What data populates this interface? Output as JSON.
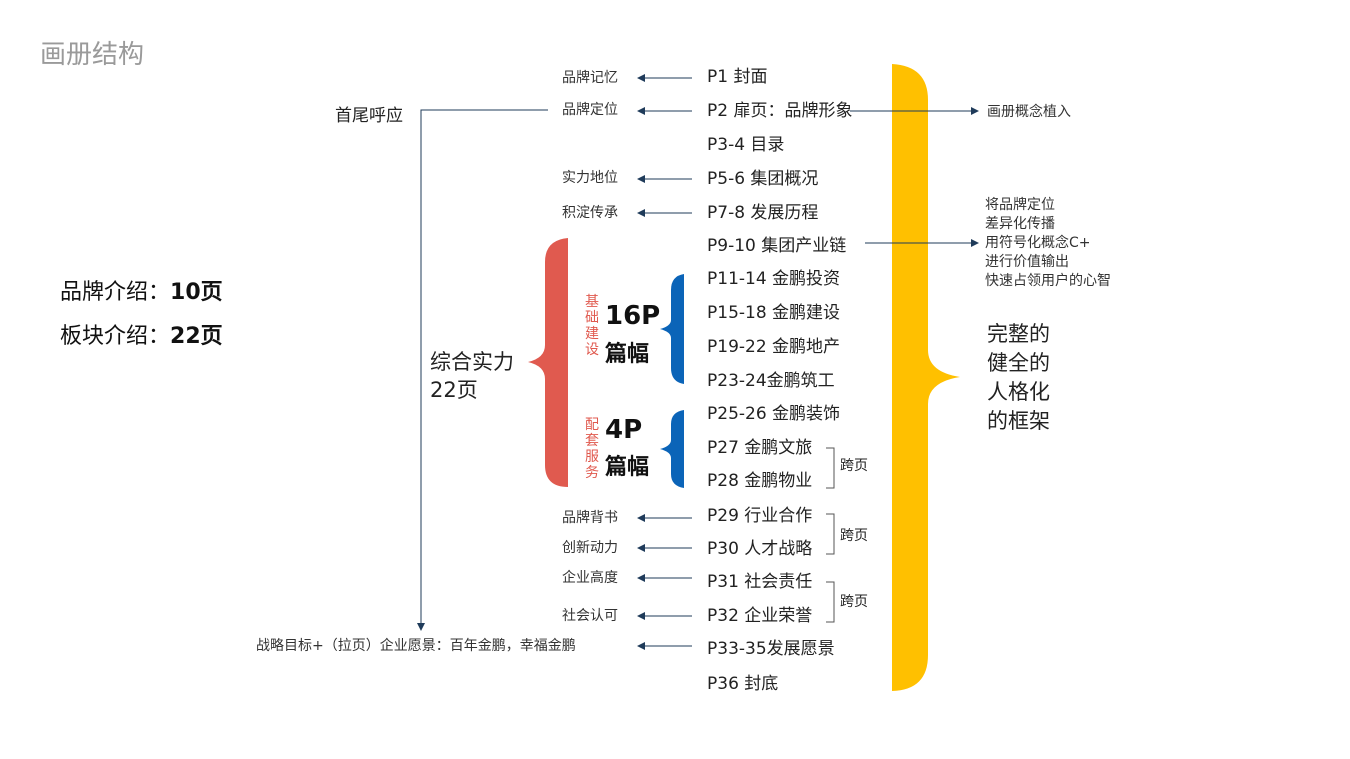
{
  "title": "画册结构",
  "pages": [
    {
      "label": "P1  封面"
    },
    {
      "label": "P2  扉页：品牌形象"
    },
    {
      "label": "P3-4  目录"
    },
    {
      "label": "P5-6  集团概况"
    },
    {
      "label": "P7-8 发展历程"
    },
    {
      "label": "P9-10 集团产业链"
    },
    {
      "label": "P11-14 金鹏投资"
    },
    {
      "label": "P15-18 金鹏建设"
    },
    {
      "label": "P19-22 金鹏地产"
    },
    {
      "label": "P23-24金鹏筑工"
    },
    {
      "label": "P25-26 金鹏装饰"
    },
    {
      "label": "P27 金鹏文旅"
    },
    {
      "label": "P28 金鹏物业"
    },
    {
      "label": "P29 行业合作"
    },
    {
      "label": "P30 人才战略"
    },
    {
      "label": "P31 社会责任"
    },
    {
      "label": "P32 企业荣誉"
    },
    {
      "label": "P33-35发展愿景"
    },
    {
      "label": "P36 封底"
    }
  ],
  "notes": {
    "brand_memory": "品牌记忆",
    "brand_position": "品牌定位",
    "strength_status": "实力地位",
    "heritage": "积淀传承",
    "brand_endorse": "品牌背书",
    "innovation": "创新动力",
    "enterprise_height": "企业高度",
    "social_recognition": "社会认可",
    "strategy_goal": "战略目标+（拉页）企业愿景：百年金鹏，幸福金鹏"
  },
  "head_tail": "首尾呼应",
  "spread_label": "跨页",
  "summary": {
    "brand_prefix": "品牌介绍：",
    "brand_value": "10页",
    "sector_prefix": "板块介绍：",
    "sector_value": "22页"
  },
  "comprehensive": {
    "line1": "综合实力",
    "line2": "22页"
  },
  "groups": {
    "basic_vertical": "基础建设",
    "basic_count": "16P",
    "basic_unit": "篇幅",
    "support_vertical": "配套服务",
    "support_count": "4P",
    "support_unit": "篇幅"
  },
  "right": {
    "concept": "画册概念植入",
    "strategy_lines": [
      "将品牌定位",
      "差异化传播",
      "用符号化概念C+",
      "进行价值输出",
      "快速占领用户的心智"
    ],
    "frame_lines": [
      "完整的",
      "健全的",
      "人格化",
      "的框架"
    ]
  },
  "colors": {
    "yellow_brace": "#ffc000",
    "red_brace": "#e05a4f",
    "blue_brace": "#0b64b8",
    "connector": "#1f3b5a",
    "title_gray": "#9a9a9a"
  }
}
